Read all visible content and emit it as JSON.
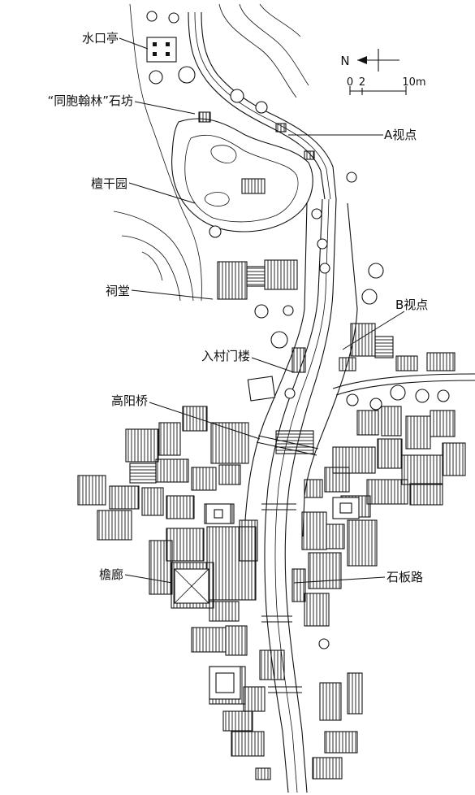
{
  "labels": {
    "pavilion": "水口亭",
    "archway": "“同胞翰林”石坊",
    "viewpoint_a": "A视点",
    "garden": "檀干园",
    "ancestral_hall": "祠堂",
    "viewpoint_b": "B视点",
    "gate_tower": "入村门楼",
    "bridge": "高阳桥",
    "corridor": "檐廊",
    "stone_road": "石板路"
  },
  "compass": {
    "north_label": "N"
  },
  "scale": {
    "tick_0": "0",
    "tick_2": "2",
    "tick_10": "10m"
  }
}
